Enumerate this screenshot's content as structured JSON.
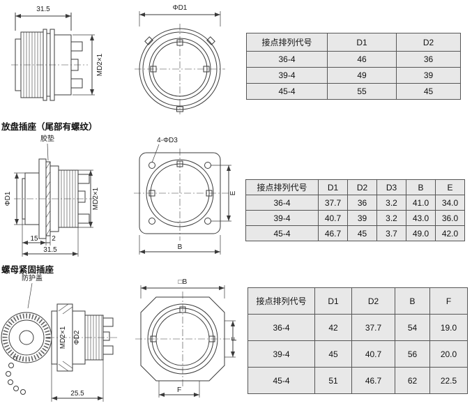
{
  "sections": [
    {
      "side_view": {
        "dim_width": "31.5",
        "thread_label": "MD2×1"
      },
      "front_view": {
        "dim_d1": "ΦD1"
      },
      "table": {
        "headers": [
          "接点排列代号",
          "D1",
          "D2"
        ],
        "rows": [
          [
            "36-4",
            "46",
            "36"
          ],
          [
            "39-4",
            "49",
            "39"
          ],
          [
            "45-4",
            "55",
            "45"
          ]
        ]
      }
    },
    {
      "title": "放盘插座（尾部有螺纹）",
      "side_view": {
        "gasket_label": "胶垫",
        "dim_d1": "ΦD1",
        "thread_label": "MD2×1",
        "dim_front": "15",
        "dim_gasket": "2",
        "dim_width": "31.5"
      },
      "front_view": {
        "holes_label": "4-ΦD3",
        "dim_b": "B",
        "dim_e": "E"
      },
      "table": {
        "headers": [
          "接点排列代号",
          "D1",
          "D2",
          "D3",
          "B",
          "E"
        ],
        "rows": [
          [
            "36-4",
            "37.7",
            "36",
            "3.2",
            "41.0",
            "34.0"
          ],
          [
            "39-4",
            "40.7",
            "39",
            "3.2",
            "43.0",
            "36.0"
          ],
          [
            "45-4",
            "46.7",
            "45",
            "3.7",
            "49.0",
            "42.0"
          ]
        ]
      }
    },
    {
      "title": "螺母紧固插座",
      "side_view": {
        "cap_label": "防护盖",
        "thread_label": "MD2×1",
        "dim_d2": "ΦD2",
        "dim_width": "25.5"
      },
      "front_view": {
        "dim_b": "□B",
        "dim_f_right": "F",
        "dim_f_bottom": "F"
      },
      "table": {
        "headers": [
          "接点排列代号",
          "D1",
          "D2",
          "B",
          "F"
        ],
        "rows": [
          [
            "36-4",
            "42",
            "37.7",
            "54",
            "19.0"
          ],
          [
            "39-4",
            "45",
            "40.7",
            "56",
            "20.0"
          ],
          [
            "45-4",
            "51",
            "46.7",
            "62",
            "22.5"
          ]
        ]
      }
    }
  ]
}
